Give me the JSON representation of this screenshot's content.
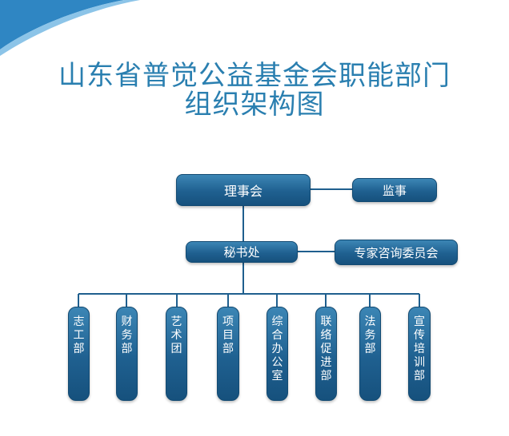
{
  "title": {
    "line1": "山东省普觉公益基金会职能部门",
    "line2": "组织架构图"
  },
  "colors": {
    "title": "#2a7fb0",
    "box": "#1f6090",
    "line": "#1f5f8e"
  },
  "org": {
    "council": "理事会",
    "supervisor": "监事",
    "secretariat": "秘书处",
    "advisory_committee": "专家咨询委员会",
    "departments": [
      "志工部",
      "财务部",
      "艺术团",
      "项目部",
      "综合办公室",
      "联络促进部",
      "法务部",
      "宣传培训部"
    ]
  }
}
